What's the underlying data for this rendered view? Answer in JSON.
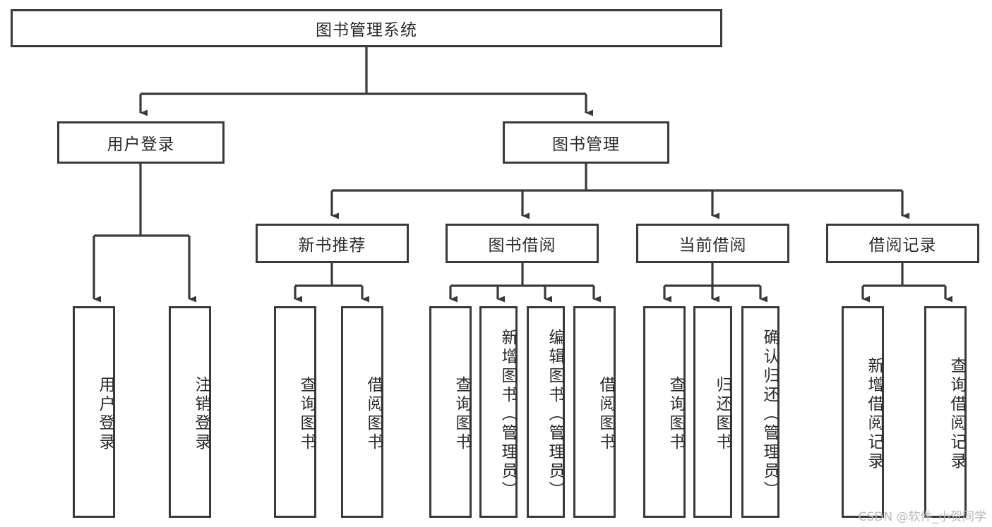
{
  "diagram": {
    "type": "tree-hierarchy-diagram",
    "title": "图书管理系统",
    "watermark": "CSDN @软件_小贺同学",
    "colors": {
      "box_border": "#3a3a3a",
      "box_fill": "#ffffff",
      "connector": "#3a3a3a",
      "text": "#2b2b2b",
      "background": "#ffffff",
      "watermark": "#b9b9b9"
    },
    "root": {
      "label": "图书管理系统"
    },
    "level2": [
      {
        "label": "用户登录"
      },
      {
        "label": "图书管理"
      }
    ],
    "level3": [
      {
        "label": "新书推荐"
      },
      {
        "label": "图书借阅"
      },
      {
        "label": "当前借阅"
      },
      {
        "label": "借阅记录"
      }
    ],
    "leaves": {
      "user_login": [
        {
          "label": "用户登录"
        },
        {
          "label": "注销登录"
        }
      ],
      "new_book_recommend": [
        {
          "label": "查询图书"
        },
        {
          "label": "借阅图书"
        }
      ],
      "book_borrow": [
        {
          "label": "查询图书"
        },
        {
          "label": "新增图书（管理员）"
        },
        {
          "label": "编辑图书（管理员）"
        },
        {
          "label": "借阅图书"
        }
      ],
      "current_borrow": [
        {
          "label": "查询图书"
        },
        {
          "label": "归还图书"
        },
        {
          "label": "确认归还（管理员）"
        }
      ],
      "borrow_record": [
        {
          "label": "新增借阅记录"
        },
        {
          "label": "查询借阅记录"
        }
      ]
    }
  }
}
